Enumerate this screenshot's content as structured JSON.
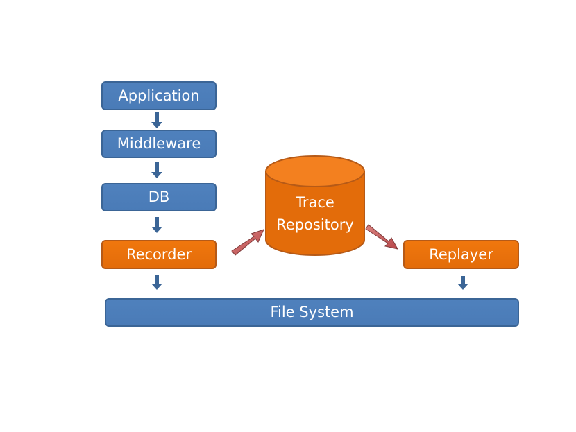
{
  "diagram": {
    "nodes": {
      "application": "Application",
      "middleware": "Middleware",
      "db": "DB",
      "recorder": "Recorder",
      "trace_repository": [
        "Trace",
        "Repository"
      ],
      "replayer": "Replayer",
      "file_system": "File System"
    },
    "colors": {
      "blue": "#4f81bd",
      "blue_border": "#3b6596",
      "orange": "#e36c0a",
      "orange_border": "#b65a17",
      "arrow_blue": "#3b6596",
      "arrow_red": "#c0504d"
    }
  }
}
